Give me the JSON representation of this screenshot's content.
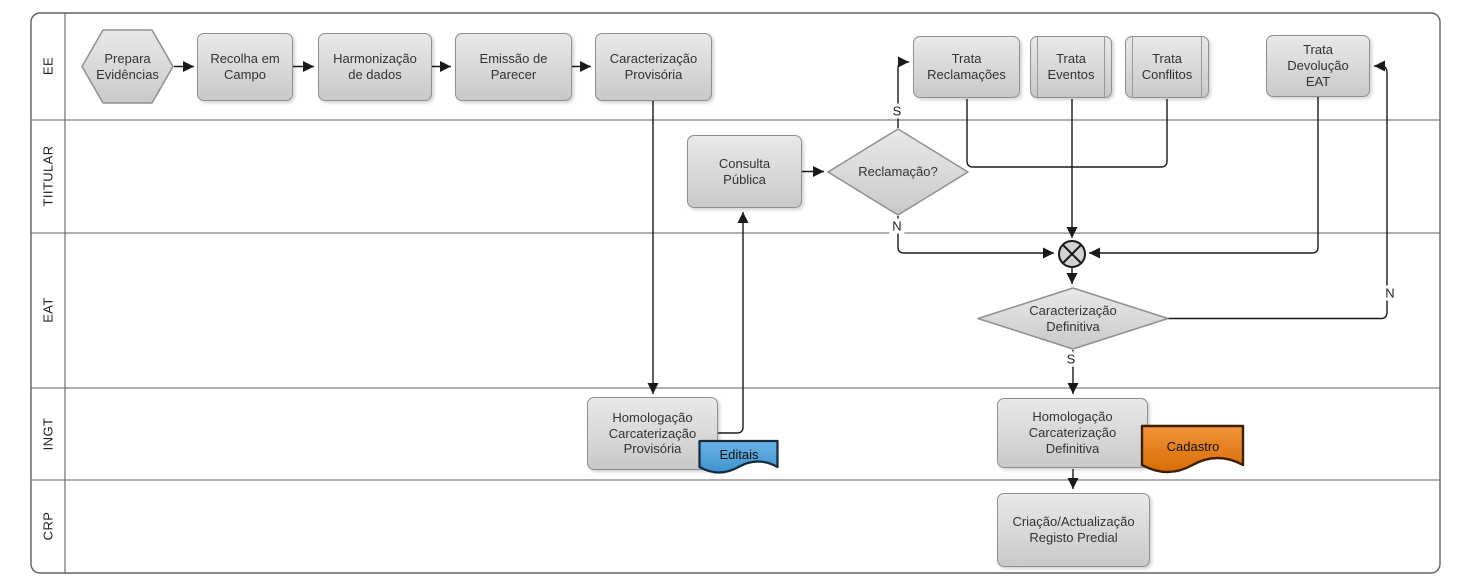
{
  "lanes": [
    {
      "label": "EE"
    },
    {
      "label": "TIITULAR"
    },
    {
      "label": "EAT"
    },
    {
      "label": "INGT"
    },
    {
      "label": "CRP"
    }
  ],
  "nodes": {
    "prepara_evidencias": {
      "label": "Prepara\nEvidências",
      "type": "hexagon"
    },
    "recolha_campo": {
      "label": "Recolha em\nCampo",
      "type": "task"
    },
    "harmonizacao_dados": {
      "label": "Harmonização\nde dados",
      "type": "task"
    },
    "emissao_parecer": {
      "label": "Emissão de\nParecer",
      "type": "task"
    },
    "caracterizacao_provisoria": {
      "label": "Caracterização\nProvisória",
      "type": "task"
    },
    "trata_reclamacoes": {
      "label": "Trata\nReclamações",
      "type": "task"
    },
    "trata_eventos": {
      "label": "Trata\nEventos",
      "type": "subprocess"
    },
    "trata_conflitos": {
      "label": "Trata\nConflitos",
      "type": "subprocess"
    },
    "trata_devolucao_eat": {
      "label": "Trata\nDevolução\nEAT",
      "type": "task"
    },
    "consulta_publica": {
      "label": "Consulta\nPública",
      "type": "task"
    },
    "reclamacao_decision": {
      "label": "Reclamação?",
      "type": "decision"
    },
    "caracterizacao_definitiva_decision": {
      "label": "Caracterização\nDefinitiva",
      "type": "decision"
    },
    "homologacao_provisoria": {
      "label": "Homologação\nCarcaterização\nProvisória",
      "type": "task"
    },
    "homologacao_definitiva": {
      "label": "Homologação\nCarcaterização\nDefinitiva",
      "type": "task"
    },
    "criacao_registo_predial": {
      "label": "Criação/Actualização\nRegisto Predial",
      "type": "task"
    },
    "editais_doc": {
      "label": "Editais",
      "type": "document"
    },
    "cadastro_doc": {
      "label": "Cadastro",
      "type": "document"
    },
    "xor_gateway": {
      "label": "",
      "type": "xor-merge"
    }
  },
  "edge_labels": {
    "reclamacao_sim": "S",
    "reclamacao_nao": "N",
    "definitiva_sim": "S",
    "definitiva_nao": "N"
  },
  "colors": {
    "node_fill_top": "#e9e9e9",
    "node_fill_bottom": "#c9c9c9",
    "node_border": "#8f8f8f",
    "editais_fill": "#4f9fd8",
    "cadastro_fill": "#e07a12",
    "connector": "#1a1a1a",
    "lane_border": "#616161"
  }
}
